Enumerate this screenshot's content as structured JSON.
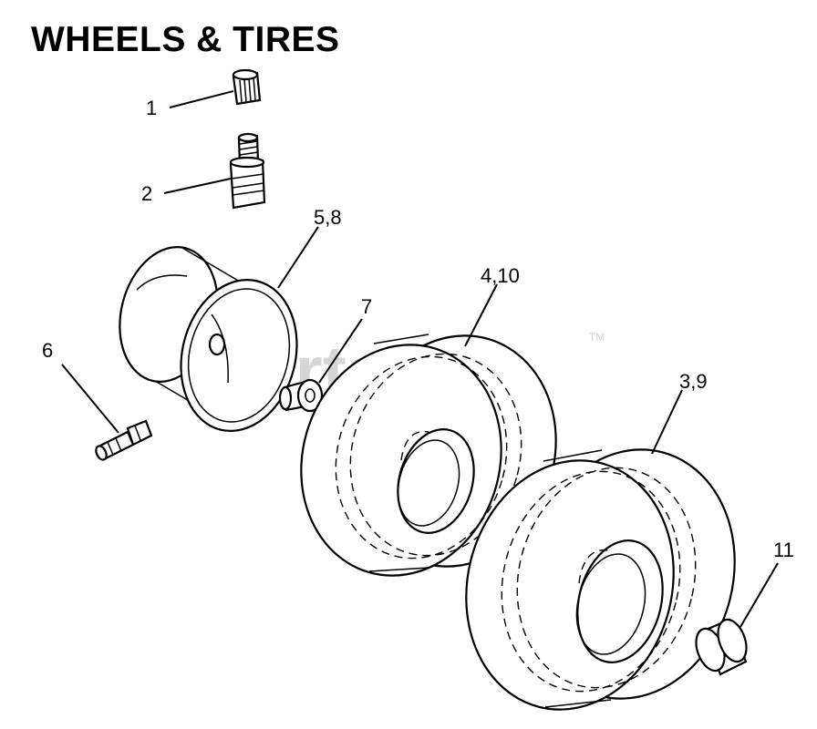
{
  "title": "WHEELS & TIRES",
  "watermark": "PartsTree",
  "watermark_mark": "TM",
  "callouts": {
    "c1": "1",
    "c2": "2",
    "c58": "5,8",
    "c7": "7",
    "c6": "6",
    "c410": "4,10",
    "c39": "3,9",
    "c11": "11"
  },
  "parts": [
    {
      "callout": "1",
      "icon": "valve-cap-icon"
    },
    {
      "callout": "2",
      "icon": "valve-stem-icon"
    },
    {
      "callout": "5,8",
      "icon": "wheel-rim-icon"
    },
    {
      "callout": "6",
      "icon": "grease-fitting-icon"
    },
    {
      "callout": "7",
      "icon": "bushing-icon"
    },
    {
      "callout": "4,10",
      "icon": "tire-front-icon"
    },
    {
      "callout": "3,9",
      "icon": "tire-rear-icon"
    },
    {
      "callout": "11",
      "icon": "hub-cap-icon"
    }
  ]
}
